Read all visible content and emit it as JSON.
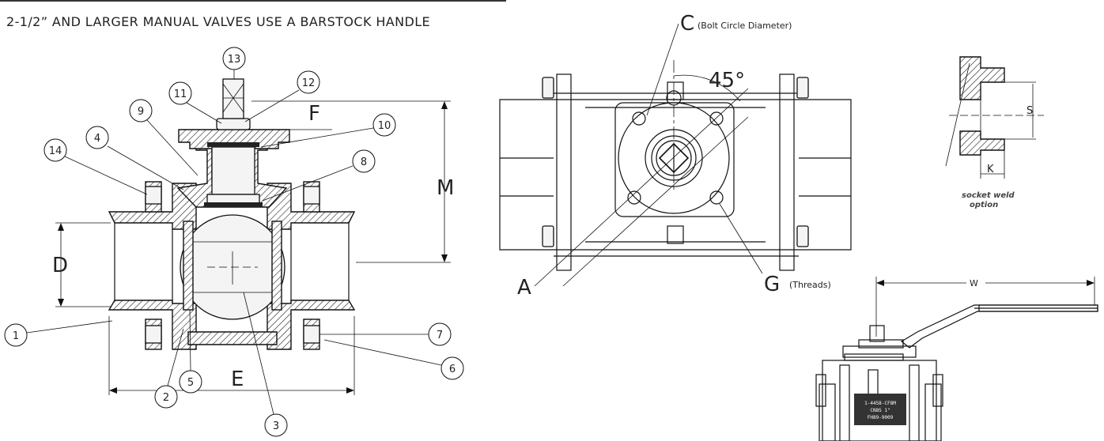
{
  "header": {
    "text": "2-1/2” AND LARGER MANUAL VALVES USE A BARSTOCK HANDLE"
  },
  "section_view": {
    "dimensions": {
      "D": "D",
      "E": "E",
      "F": "F",
      "M": "M"
    },
    "callouts": [
      "1",
      "2",
      "3",
      "4",
      "5",
      "6",
      "7",
      "8",
      "9",
      "10",
      "11",
      "12",
      "13",
      "14"
    ]
  },
  "mounting_view": {
    "angle": "45°",
    "C": {
      "letter": "C",
      "note": "(Bolt Circle Diameter)"
    },
    "A": {
      "letter": "A"
    },
    "G": {
      "letter": "G",
      "note": "(Threads)"
    }
  },
  "socket_weld": {
    "S": "S",
    "K": "K",
    "caption_line1": "socket weld",
    "caption_line2": "option"
  },
  "handle_view": {
    "W": "W",
    "tag_line1": "1-4458-CF8M",
    "tag_line2": "CN8S 1\"",
    "tag_line3": "FH89-9009"
  }
}
